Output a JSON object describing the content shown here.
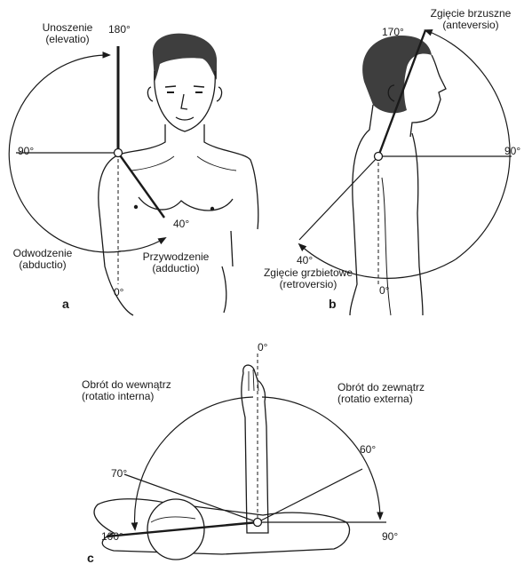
{
  "panel_a": {
    "letter": "a",
    "elevation": {
      "label": "Unoszenie",
      "term": "(elevatio)",
      "angle": "180°"
    },
    "horizontal_angle": "90°",
    "abduction": {
      "label": "Odwodzenie",
      "term": "(abductio)"
    },
    "adduction": {
      "label": "Przywodzenie",
      "term": "(adductio)",
      "angle": "40°"
    },
    "zero_angle": "0°"
  },
  "panel_b": {
    "letter": "b",
    "anteversion": {
      "label": "Zgięcie brzuszne",
      "term": "(anteversio)",
      "angle": "170°"
    },
    "horizontal_angle": "90°",
    "retroversion": {
      "label": "Zgięcie grzbietowe",
      "term": "(retroversio)",
      "angle": "40°"
    },
    "zero_angle": "0°"
  },
  "panel_c": {
    "letter": "c",
    "zero_angle": "0°",
    "internal": {
      "label": "Obrót do wewnątrz",
      "term": "(rotatio interna)",
      "angle_mid": "70°",
      "angle_end": "100°"
    },
    "external": {
      "label": "Obrót do zewnątrz",
      "term": "(rotatio externa)",
      "angle_mid": "60°",
      "angle_end": "90°"
    }
  }
}
